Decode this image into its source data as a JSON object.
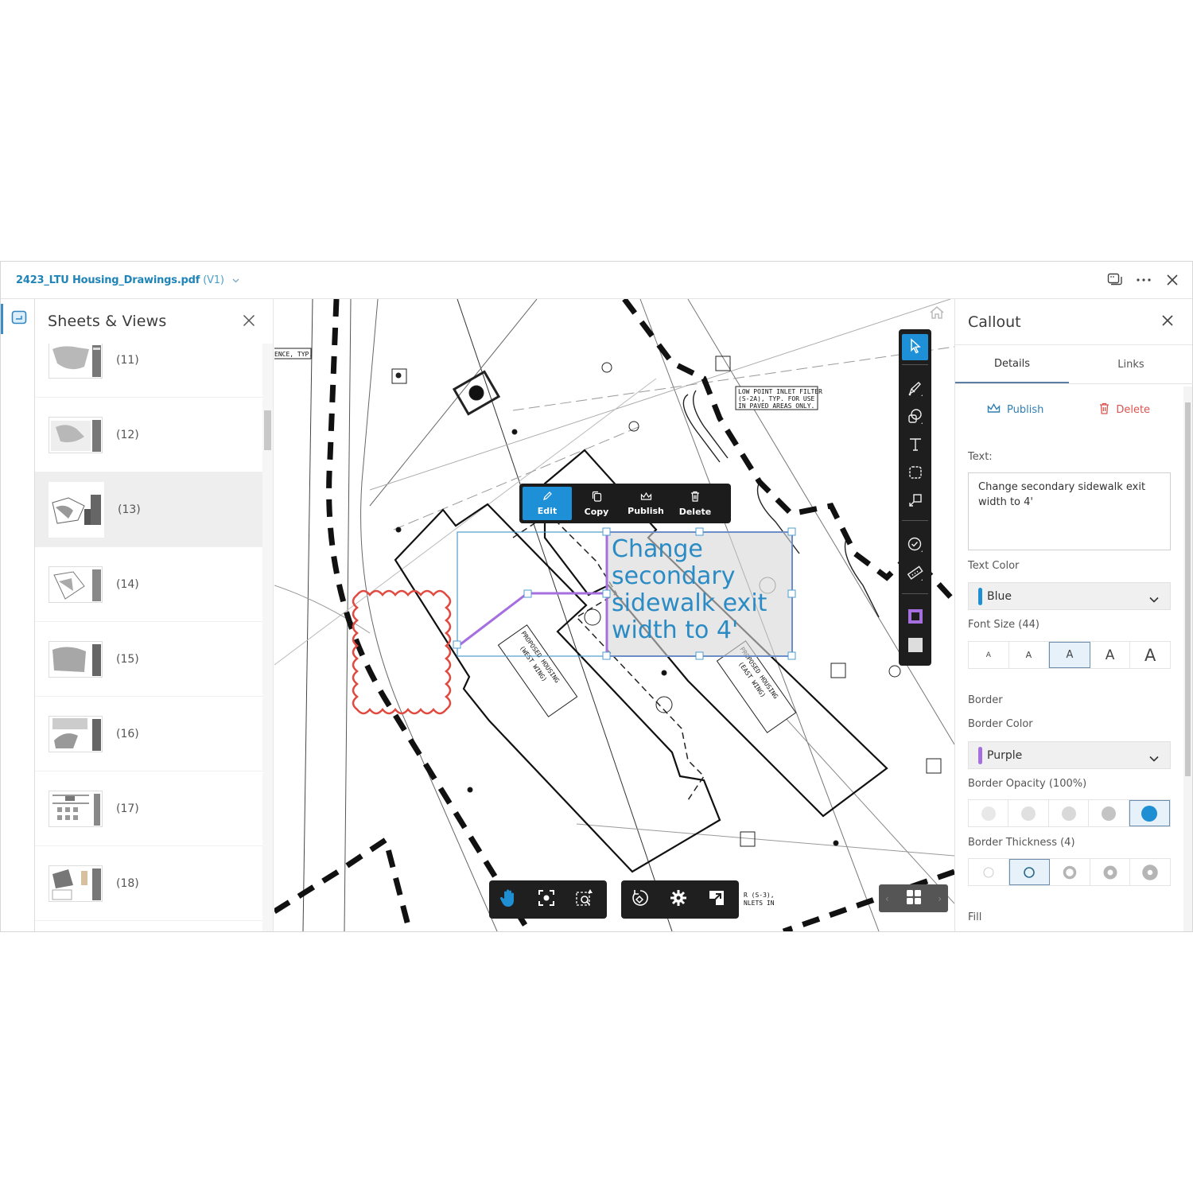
{
  "titlebar": {
    "file_name": "2423_LTU Housing_Drawings.pdf",
    "version": "(V1)",
    "icons": [
      "compare-icon",
      "more-icon",
      "close-icon"
    ]
  },
  "left_rail": {
    "icons": [
      "sheets-views-icon"
    ]
  },
  "sheets_panel": {
    "title": "Sheets & Views",
    "items": [
      {
        "label": "(11)",
        "selected": false
      },
      {
        "label": "(12)",
        "selected": false
      },
      {
        "label": "(13)",
        "selected": true
      },
      {
        "label": "(14)",
        "selected": false
      },
      {
        "label": "(15)",
        "selected": false
      },
      {
        "label": "(16)",
        "selected": false
      },
      {
        "label": "(17)",
        "selected": false
      },
      {
        "label": "(18)",
        "selected": false
      }
    ]
  },
  "viewer": {
    "drawing_labels": {
      "fence": "ENCE, TYP.",
      "inlet_note_1": "LOW POINT INLET FILTER",
      "inlet_note_2": "(S-2A), TYP. FOR USE",
      "inlet_note_3": "IN PAVED AREAS ONLY.",
      "west_wing_1": "PROPOSED HOUSING",
      "west_wing_2": "(WEST WING)",
      "east_wing_1": "PROPOSED HOUSING",
      "east_wing_2": "(EAST WING)",
      "bottom_note_1": "R (S-3),",
      "bottom_note_2": "NLETS IN"
    },
    "callout": {
      "lines": [
        "Change",
        "secondary",
        "sidewalk exit",
        "width to 4'"
      ],
      "text_color": "#2b8bc4",
      "border_color": "#a56fe0",
      "cloud_color": "#e04a3f"
    },
    "context_menu": {
      "items": [
        {
          "label": "Edit",
          "icon": "pencil-icon",
          "selected": true
        },
        {
          "label": "Copy",
          "icon": "copy-icon",
          "selected": false
        },
        {
          "label": "Publish",
          "icon": "crown-icon",
          "selected": false
        },
        {
          "label": "Delete",
          "icon": "trash-icon",
          "selected": false
        }
      ]
    },
    "markup_toolbar": {
      "tools": [
        "select-icon",
        "freehand-icon",
        "shapes-icon",
        "text-icon",
        "cloud-icon",
        "callout-icon",
        "stamp-icon",
        "measure-icon",
        "border-color-icon",
        "fill-color-icon"
      ],
      "selected": "select-icon"
    },
    "bottom_toolbar": {
      "group1": [
        "pan-icon",
        "fit-view-icon",
        "zoom-window-icon"
      ],
      "group2": [
        "rotate-icon",
        "settings-icon",
        "fullscreen-icon"
      ]
    },
    "pager": {
      "prev": "‹",
      "next": "›",
      "icon": "grid-icon"
    }
  },
  "properties_panel": {
    "title": "Callout",
    "tabs": [
      {
        "label": "Details",
        "active": true
      },
      {
        "label": "Links",
        "active": false
      }
    ],
    "actions": {
      "publish": "Publish",
      "delete": "Delete"
    },
    "text_label": "Text:",
    "text_value": "Change secondary sidewalk exit width to 4'",
    "text_color_label": "Text Color",
    "text_color": {
      "name": "Blue",
      "hex": "#1e8fd2"
    },
    "font_size_label": "Font Size (44)",
    "font_size_options": [
      "A",
      "A",
      "A",
      "A",
      "A"
    ],
    "font_size_selected": 2,
    "border_label": "Border",
    "border_color_label": "Border Color",
    "border_color": {
      "name": "Purple",
      "hex": "#a56fe0"
    },
    "border_opacity_label": "Border Opacity (100%)",
    "border_opacity_selected": 4,
    "border_thickness_label": "Border Thickness (4)",
    "border_thickness_selected": 1,
    "fill_label": "Fill"
  }
}
